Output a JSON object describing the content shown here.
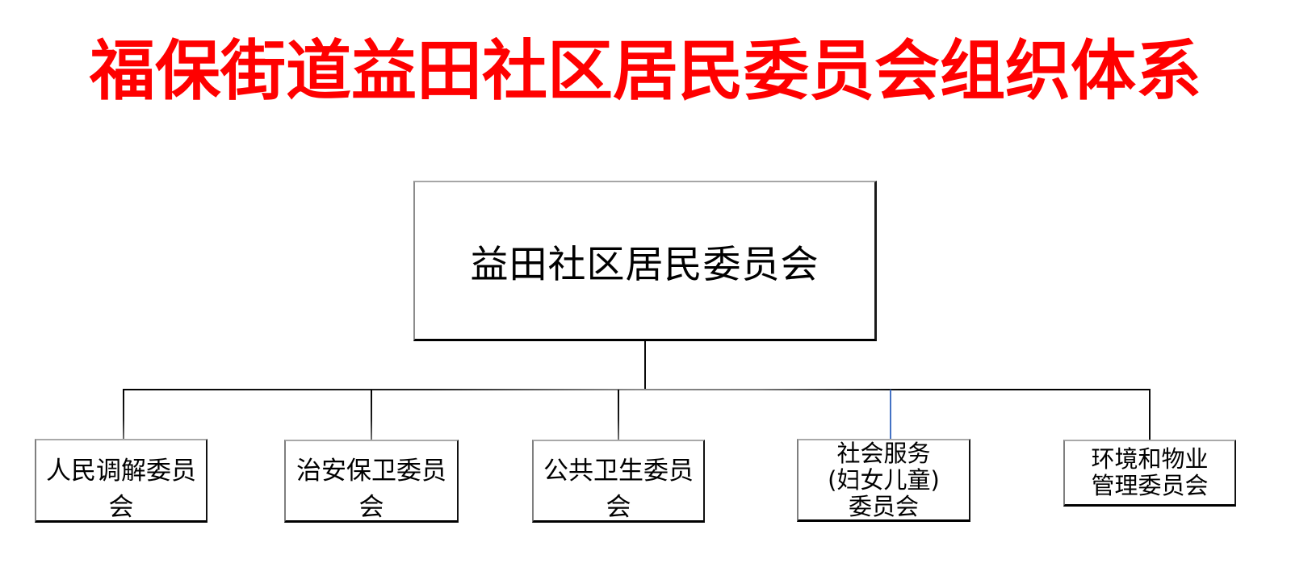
{
  "title": {
    "text": "福保街道益田社区居民委员会组织体系",
    "color": "#ff0000"
  },
  "org_chart": {
    "type": "org-chart",
    "root": {
      "label": "益田社区居民委员会"
    },
    "children": [
      {
        "label": "人民调解委员会",
        "lines": [
          "人民调解委员会"
        ],
        "connector_color": "#000000"
      },
      {
        "label": "治安保卫委员会",
        "lines": [
          "治安保卫委员会"
        ],
        "connector_color": "#000000"
      },
      {
        "label": "公共卫生委员会",
        "lines": [
          "公共卫生委员会"
        ],
        "connector_color": "#000000"
      },
      {
        "label": "社会服务(妇女儿童)委员会",
        "lines": [
          "社会服务",
          "(妇女儿童)",
          "委员会"
        ],
        "connector_color": "#4472c4"
      },
      {
        "label": "环境和物业管理委员会",
        "lines": [
          "环境和物业",
          "管理委员会"
        ],
        "connector_color": "#000000"
      }
    ]
  },
  "colors": {
    "background": "#ffffff",
    "title_red": "#ff0000",
    "box_fill": "#ffffff",
    "box_border_light": "#a9a9a9",
    "box_border_dark": "#000000",
    "connector_default": "#000000",
    "connector_highlight": "#4472c4",
    "text": "#000000"
  }
}
